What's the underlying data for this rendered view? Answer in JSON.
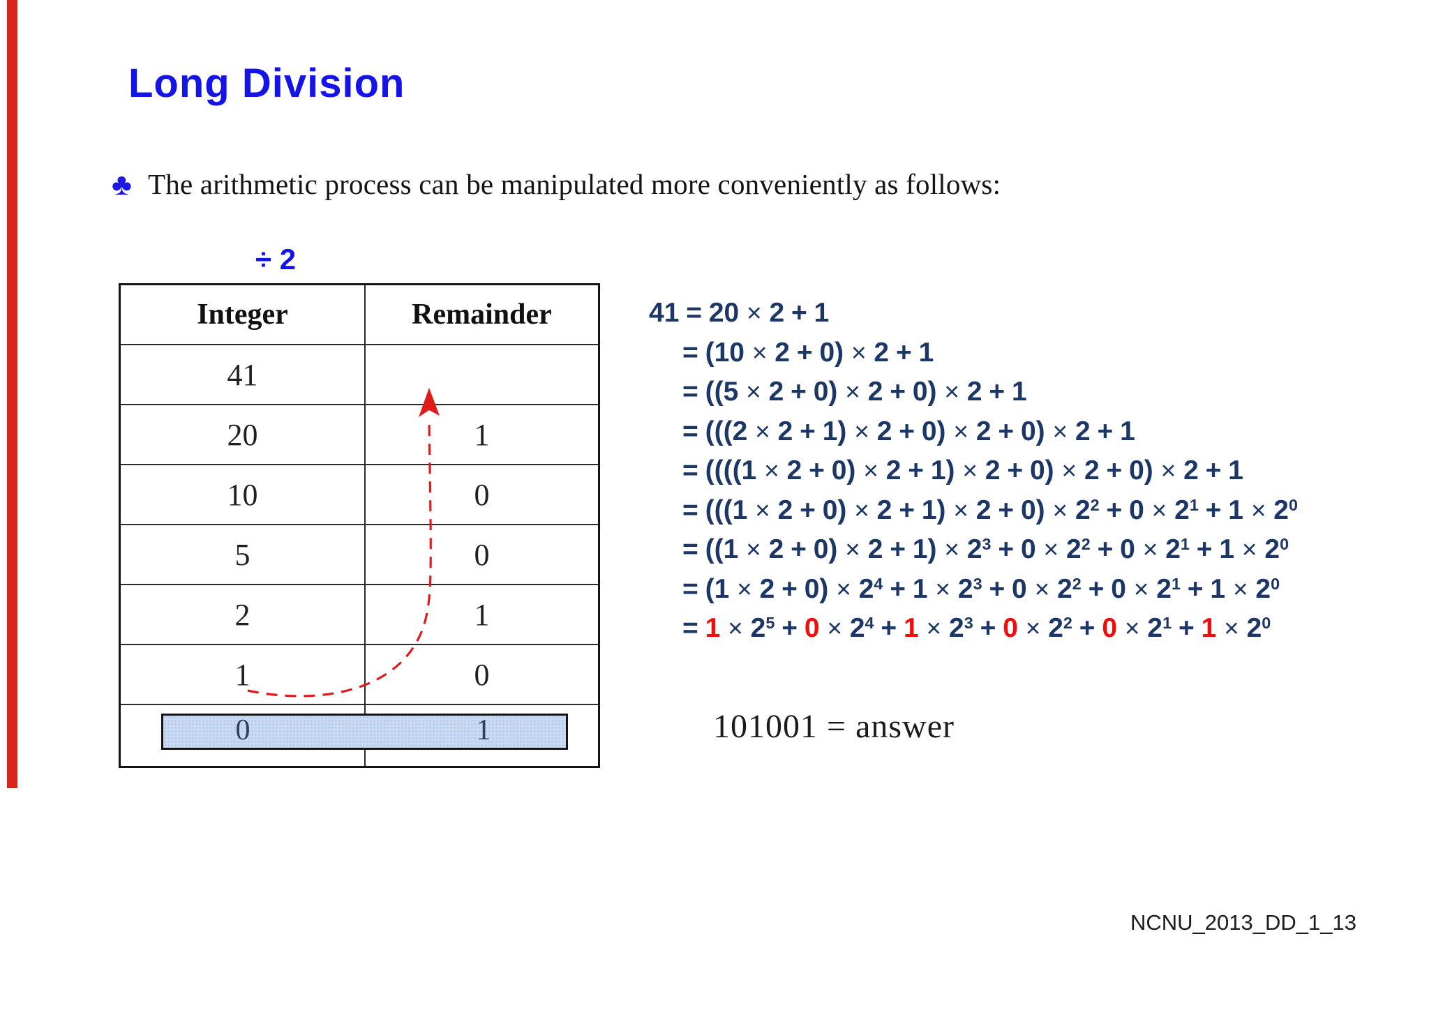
{
  "slide": {
    "title": "Long Division",
    "bullet_icon": "club-suit",
    "bullet_icon_glyph": "♣",
    "bullet_text": "The arithmetic process can be manipulated more conveniently as follows:",
    "footer": "NCNU_2013_DD_1_13",
    "answer_line": "101001 = answer"
  },
  "table": {
    "divisor_label": "÷ 2",
    "headers": [
      "Integer",
      "Remainder"
    ],
    "rows": [
      [
        "41",
        ""
      ],
      [
        "20",
        "1"
      ],
      [
        "10",
        "0"
      ],
      [
        "5",
        "0"
      ],
      [
        "2",
        "1"
      ],
      [
        "1",
        "0"
      ],
      [
        "0",
        "1"
      ]
    ],
    "highlighted_row_index": 6,
    "arrow": "red-dashed-arrow-from-last-quotient-to-first-remainder"
  },
  "equations": {
    "lines": [
      [
        {
          "t": "41 = 20 "
        },
        {
          "t": "×",
          "k": "x"
        },
        {
          "t": " 2 + 1"
        }
      ],
      [
        {
          "t": "= (10 "
        },
        {
          "t": "×",
          "k": "x"
        },
        {
          "t": " 2 + 0) "
        },
        {
          "t": "×",
          "k": "x"
        },
        {
          "t": " 2 + 1"
        }
      ],
      [
        {
          "t": "= ((5 "
        },
        {
          "t": "×",
          "k": "x"
        },
        {
          "t": " 2 + 0) "
        },
        {
          "t": "×",
          "k": "x"
        },
        {
          "t": " 2 + 0) "
        },
        {
          "t": "×",
          "k": "x"
        },
        {
          "t": " 2 + 1"
        }
      ],
      [
        {
          "t": "= (((2 "
        },
        {
          "t": "×",
          "k": "x"
        },
        {
          "t": " 2 + 1) "
        },
        {
          "t": "×",
          "k": "x"
        },
        {
          "t": " 2 + 0) "
        },
        {
          "t": "×",
          "k": "x"
        },
        {
          "t": " 2 + 0) "
        },
        {
          "t": "×",
          "k": "x"
        },
        {
          "t": " 2 + 1"
        }
      ],
      [
        {
          "t": "= ((((1 "
        },
        {
          "t": "×",
          "k": "x"
        },
        {
          "t": " 2 + 0) "
        },
        {
          "t": "×",
          "k": "x"
        },
        {
          "t": " 2 + 1) "
        },
        {
          "t": "×",
          "k": "x"
        },
        {
          "t": " 2 + 0) "
        },
        {
          "t": "×",
          "k": "x"
        },
        {
          "t": " 2 + 0) "
        },
        {
          "t": "×",
          "k": "x"
        },
        {
          "t": " 2 + 1"
        }
      ],
      [
        {
          "t": "= (((1 "
        },
        {
          "t": "×",
          "k": "x"
        },
        {
          "t": " 2 + 0) "
        },
        {
          "t": "×",
          "k": "x"
        },
        {
          "t": " 2 + 1) "
        },
        {
          "t": "×",
          "k": "x"
        },
        {
          "t": " 2 + 0) "
        },
        {
          "t": "×",
          "k": "x"
        },
        {
          "t": " 2"
        },
        {
          "t": "2",
          "k": "s"
        },
        {
          "t": " + 0 "
        },
        {
          "t": "×",
          "k": "x"
        },
        {
          "t": " 2"
        },
        {
          "t": "1",
          "k": "s"
        },
        {
          "t": " + 1 "
        },
        {
          "t": "×",
          "k": "x"
        },
        {
          "t": " 2"
        },
        {
          "t": "0",
          "k": "s"
        }
      ],
      [
        {
          "t": "= ((1 "
        },
        {
          "t": "×",
          "k": "x"
        },
        {
          "t": " 2 + 0) "
        },
        {
          "t": "×",
          "k": "x"
        },
        {
          "t": " 2 + 1) "
        },
        {
          "t": "×",
          "k": "x"
        },
        {
          "t": " 2"
        },
        {
          "t": "3",
          "k": "s"
        },
        {
          "t": " + 0 "
        },
        {
          "t": "×",
          "k": "x"
        },
        {
          "t": " 2"
        },
        {
          "t": "2",
          "k": "s"
        },
        {
          "t": " + 0 "
        },
        {
          "t": "×",
          "k": "x"
        },
        {
          "t": " 2"
        },
        {
          "t": "1",
          "k": "s"
        },
        {
          "t": " + 1 "
        },
        {
          "t": "×",
          "k": "x"
        },
        {
          "t": " 2"
        },
        {
          "t": "0",
          "k": "s"
        }
      ],
      [
        {
          "t": "= (1 "
        },
        {
          "t": "×",
          "k": "x"
        },
        {
          "t": " 2 + 0) "
        },
        {
          "t": "×",
          "k": "x"
        },
        {
          "t": " 2"
        },
        {
          "t": "4",
          "k": "s"
        },
        {
          "t": " + 1 "
        },
        {
          "t": "×",
          "k": "x"
        },
        {
          "t": " 2"
        },
        {
          "t": "3",
          "k": "s"
        },
        {
          "t": " + 0 "
        },
        {
          "t": "×",
          "k": "x"
        },
        {
          "t": " 2"
        },
        {
          "t": "2",
          "k": "s"
        },
        {
          "t": " + 0 "
        },
        {
          "t": "×",
          "k": "x"
        },
        {
          "t": " 2"
        },
        {
          "t": "1",
          "k": "s"
        },
        {
          "t": " + 1 "
        },
        {
          "t": "×",
          "k": "x"
        },
        {
          "t": " 2"
        },
        {
          "t": "0",
          "k": "s"
        }
      ],
      [
        {
          "t": "= "
        },
        {
          "t": "1",
          "k": "r"
        },
        {
          "t": " "
        },
        {
          "t": "×",
          "k": "x"
        },
        {
          "t": " 2"
        },
        {
          "t": "5",
          "k": "s"
        },
        {
          "t": " + "
        },
        {
          "t": "0",
          "k": "r"
        },
        {
          "t": " "
        },
        {
          "t": "×",
          "k": "x"
        },
        {
          "t": " 2"
        },
        {
          "t": "4",
          "k": "s"
        },
        {
          "t": " + "
        },
        {
          "t": "1",
          "k": "r"
        },
        {
          "t": " "
        },
        {
          "t": "×",
          "k": "x"
        },
        {
          "t": " 2"
        },
        {
          "t": "3",
          "k": "s"
        },
        {
          "t": " + "
        },
        {
          "t": "0",
          "k": "r"
        },
        {
          "t": " "
        },
        {
          "t": "×",
          "k": "x"
        },
        {
          "t": " 2"
        },
        {
          "t": "2",
          "k": "s"
        },
        {
          "t": " + "
        },
        {
          "t": "0",
          "k": "r"
        },
        {
          "t": " "
        },
        {
          "t": "×",
          "k": "x"
        },
        {
          "t": " 2"
        },
        {
          "t": "1",
          "k": "s"
        },
        {
          "t": " + "
        },
        {
          "t": "1",
          "k": "r"
        },
        {
          "t": " "
        },
        {
          "t": "×",
          "k": "x"
        },
        {
          "t": " 2"
        },
        {
          "t": "0",
          "k": "s"
        }
      ]
    ]
  },
  "colors": {
    "title_blue": "#1414e6",
    "equation_navy": "#1c3766",
    "highlight_fill": "#c9daf2",
    "accent_red": "#d9261d",
    "digit_red": "#f20d0d"
  }
}
